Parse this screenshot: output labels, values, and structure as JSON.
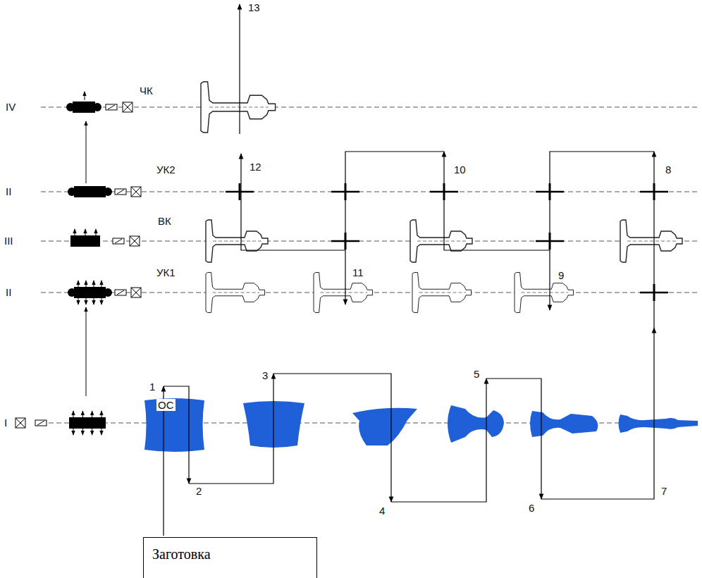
{
  "diagram": {
    "nodes": [
      {
        "text": [
          "Заготовка"
        ]
      }
    ],
    "edges": [],
    "labels": [
      "13",
      "IV",
      "ЧК",
      "12",
      "10",
      "8",
      "II",
      "УК2",
      "III",
      "ВК",
      "УК1",
      "II",
      "11",
      "9",
      "ОС",
      "1",
      "3",
      "5",
      "7",
      "I",
      "2",
      "4",
      "6"
    ]
  }
}
